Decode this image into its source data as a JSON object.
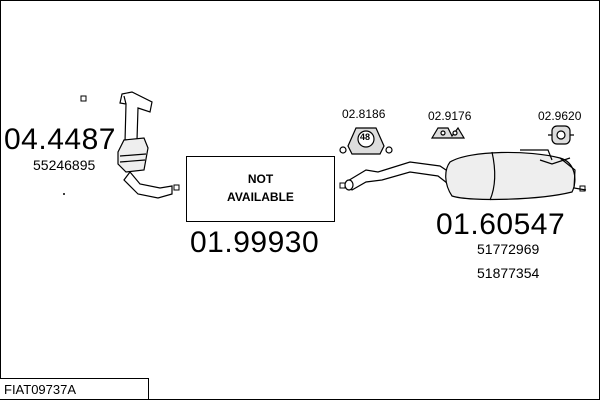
{
  "diagram": {
    "groups": [
      {
        "part_number": "04.4487",
        "oe_numbers": [
          "55246895"
        ]
      },
      {
        "part_number": "01.99930",
        "box_text_line1": "NOT",
        "box_text_line2": "AVAILABLE"
      },
      {
        "part_number": "01.60547",
        "oe_numbers": [
          "51772969",
          "51877354"
        ]
      }
    ],
    "accessories": [
      {
        "part_number": "02.8186",
        "badge": "48"
      },
      {
        "part_number": "02.9176"
      },
      {
        "part_number": "02.9620"
      }
    ],
    "code": "FIAT09737A"
  }
}
